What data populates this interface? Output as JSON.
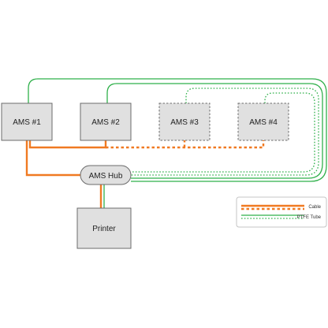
{
  "colors": {
    "cable": "#f07a22",
    "ptfe": "#2fb04a",
    "box_fill": "#e0e0e0",
    "box_stroke": "#6b6b6b",
    "legend_stroke": "#c4c4c4"
  },
  "nodes": {
    "ams1": "AMS #1",
    "ams2": "AMS #2",
    "ams3": "AMS #3",
    "ams4": "AMS #4",
    "hub": "AMS Hub",
    "printer": "Printer"
  },
  "legend": {
    "cable": "Cable",
    "ptfe": "PTFE Tube"
  }
}
